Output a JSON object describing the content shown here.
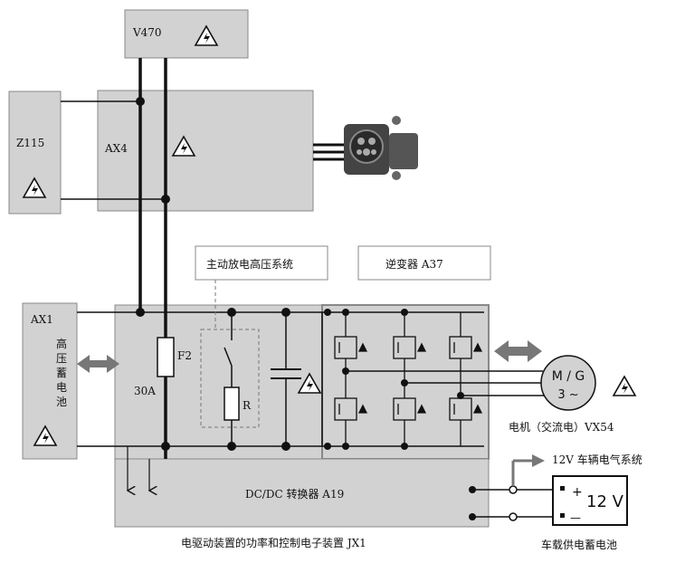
{
  "labels": {
    "v470": "V470",
    "z115": "Z115",
    "ax4": "AX4",
    "ax1": "AX1",
    "battery_hv_1": "高",
    "battery_hv_2": "压",
    "battery_hv_3": "蓄",
    "battery_hv_4": "电",
    "battery_hv_5": "池",
    "fuse": "F2",
    "fuse_rating": "30A",
    "resistor": "R",
    "discharge_system": "主动放电高压系统",
    "inverter": "逆变器 A37",
    "motor_symbol": "M / G",
    "motor_phase": "3 ~",
    "motor_name": "电机（交流电）VX54",
    "dcdc": "DC/DC 转换器 A19",
    "electronics": "电驱动装置的功率和控制电子装置 JX1",
    "lv_system": "12V 车辆电气系统",
    "battery_12v": "12 V",
    "battery_12v_name": "车载供电蓄电池",
    "plus": "+",
    "minus": "—"
  },
  "colors": {
    "box_fill": "#d2d2d2",
    "box_dark": "#bdbdbd",
    "wire": "#111111",
    "warning_fill": "#ffffff"
  }
}
